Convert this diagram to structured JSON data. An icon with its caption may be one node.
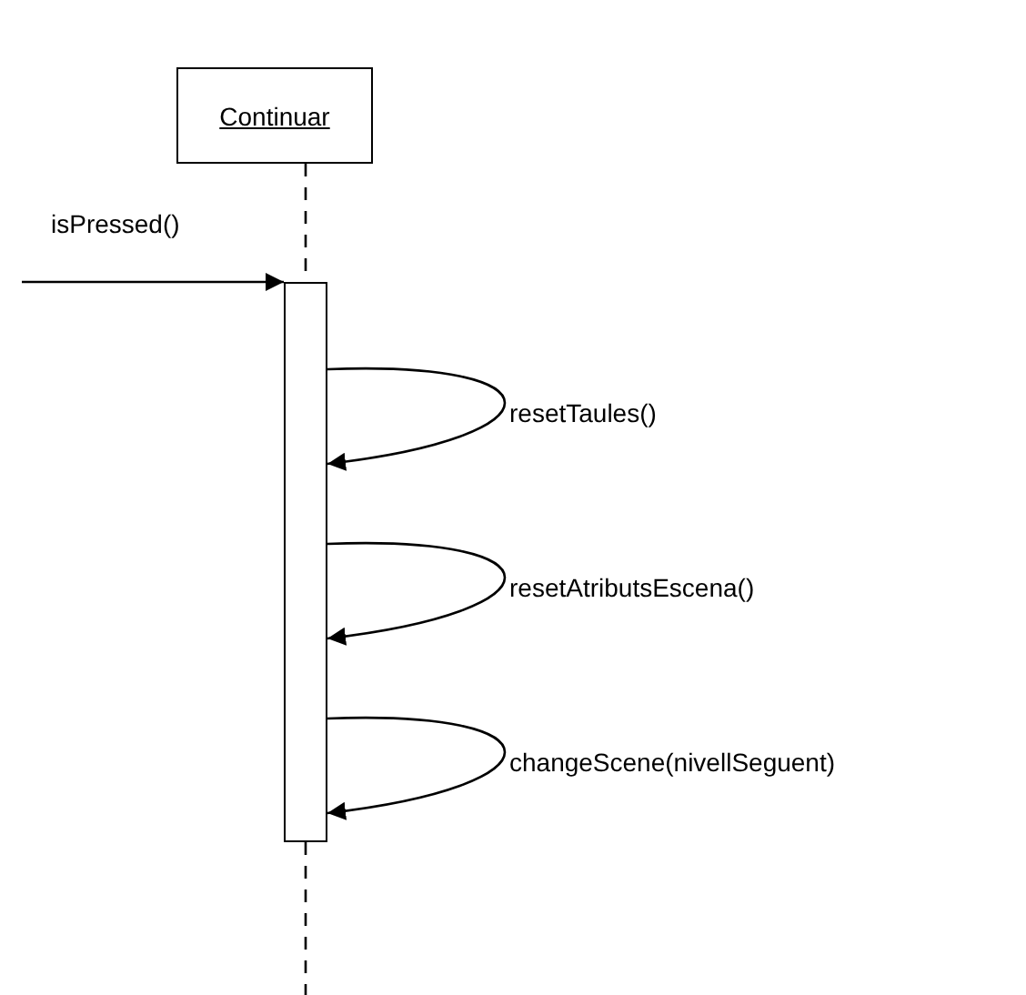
{
  "diagram": {
    "nodes": [
      {
        "text": [
          "Continuar"
        ]
      },
      {
        "text": [],
        "shape": "bar"
      }
    ],
    "edges": [
      {
        "from": 0,
        "to": 1,
        "arrow": "none",
        "style": "dashed"
      },
      {
        "from": null,
        "to": 1,
        "arrow": "to",
        "label": "isPressed()"
      },
      {
        "from": 1,
        "to": 1,
        "arrow": "to",
        "label": "resetTaules()"
      },
      {
        "from": 1,
        "to": 1,
        "arrow": "to",
        "label": "resetAtributsEscena()"
      },
      {
        "from": 1,
        "to": 1,
        "arrow": "to",
        "label": "changeScene(nivellSeguent)"
      }
    ]
  }
}
